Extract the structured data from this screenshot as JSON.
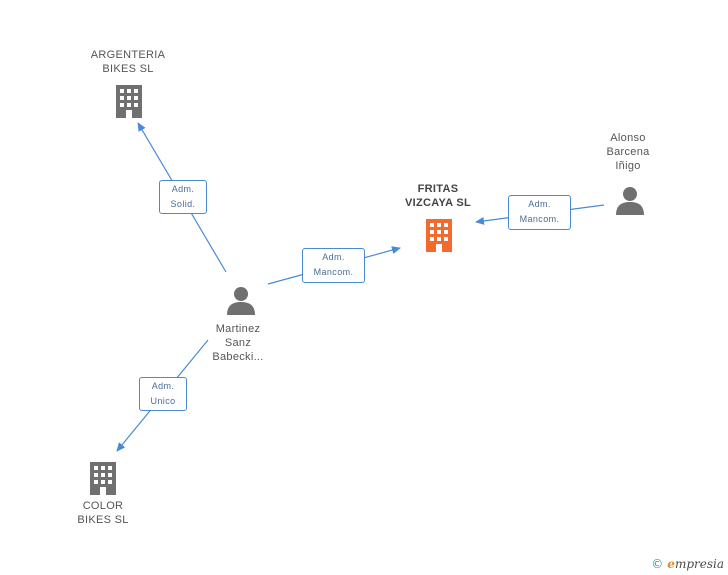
{
  "colors": {
    "edge": "#4a8ad4",
    "node_gray": "#707070",
    "node_highlight": "#f26a2e",
    "footer_copy": "#1fa0a0",
    "footer_e": "#f08a1d"
  },
  "nodes": {
    "argenteria": {
      "label": "ARGENTERIA\nBIKES SL",
      "icon": "building-icon"
    },
    "fritas": {
      "label": "FRITAS\nVIZCAYA SL",
      "icon": "building-icon"
    },
    "alonso": {
      "label": "Alonso\nBarcena\nIñigo",
      "icon": "person-icon"
    },
    "martinez": {
      "label": "Martinez\nSanz\nBabecki...",
      "icon": "person-icon"
    },
    "color": {
      "label": "COLOR\nBIKES SL",
      "icon": "building-icon"
    }
  },
  "edges": {
    "e1": {
      "line1": "Adm.",
      "line2": "Solid."
    },
    "e2": {
      "line1": "Adm.",
      "line2": "Mancom."
    },
    "e3": {
      "line1": "Adm.",
      "line2": "Mancom."
    },
    "e4": {
      "line1": "Adm.",
      "line2": "Unico"
    }
  },
  "footer": {
    "copyright": "©",
    "brand_first": "e",
    "brand_rest": "mpresia"
  }
}
